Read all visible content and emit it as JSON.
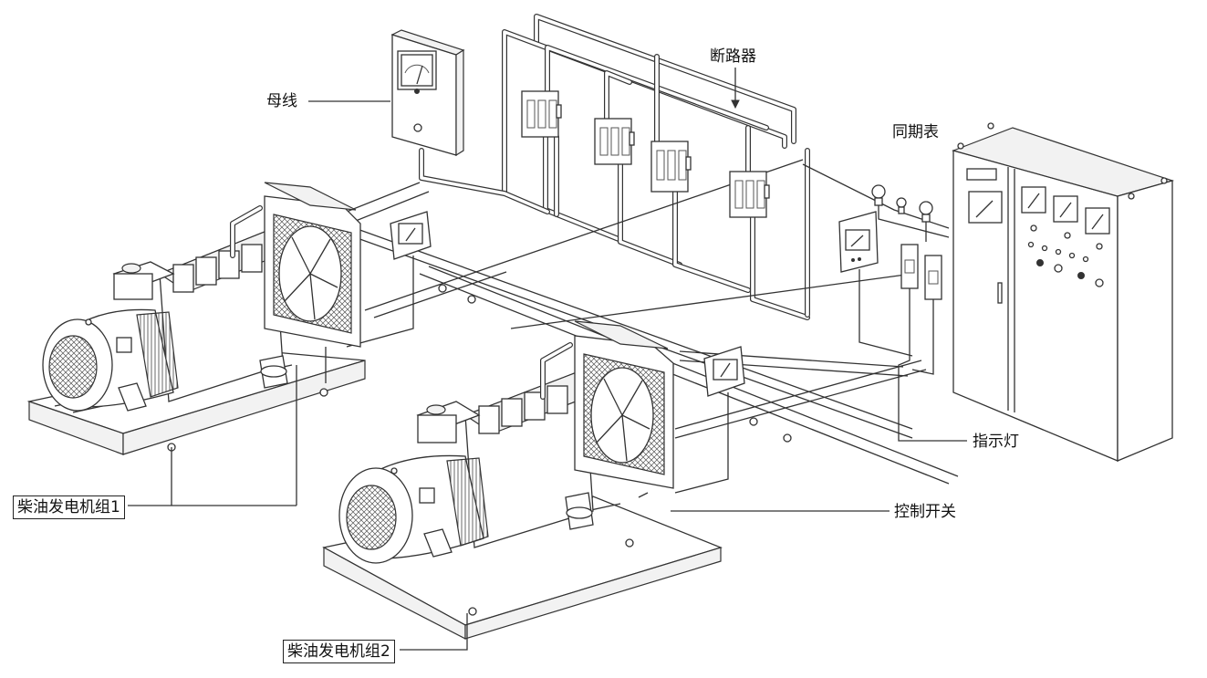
{
  "labels": {
    "busbar": "母线",
    "breaker": "断路器",
    "synchroscope": "同期表",
    "indicator_light": "指示灯",
    "control_switch": "控制开关",
    "genset1": "柴油发电机组1",
    "genset2": "柴油发电机组2"
  },
  "colors": {
    "line": "#333333",
    "background": "#ffffff"
  }
}
